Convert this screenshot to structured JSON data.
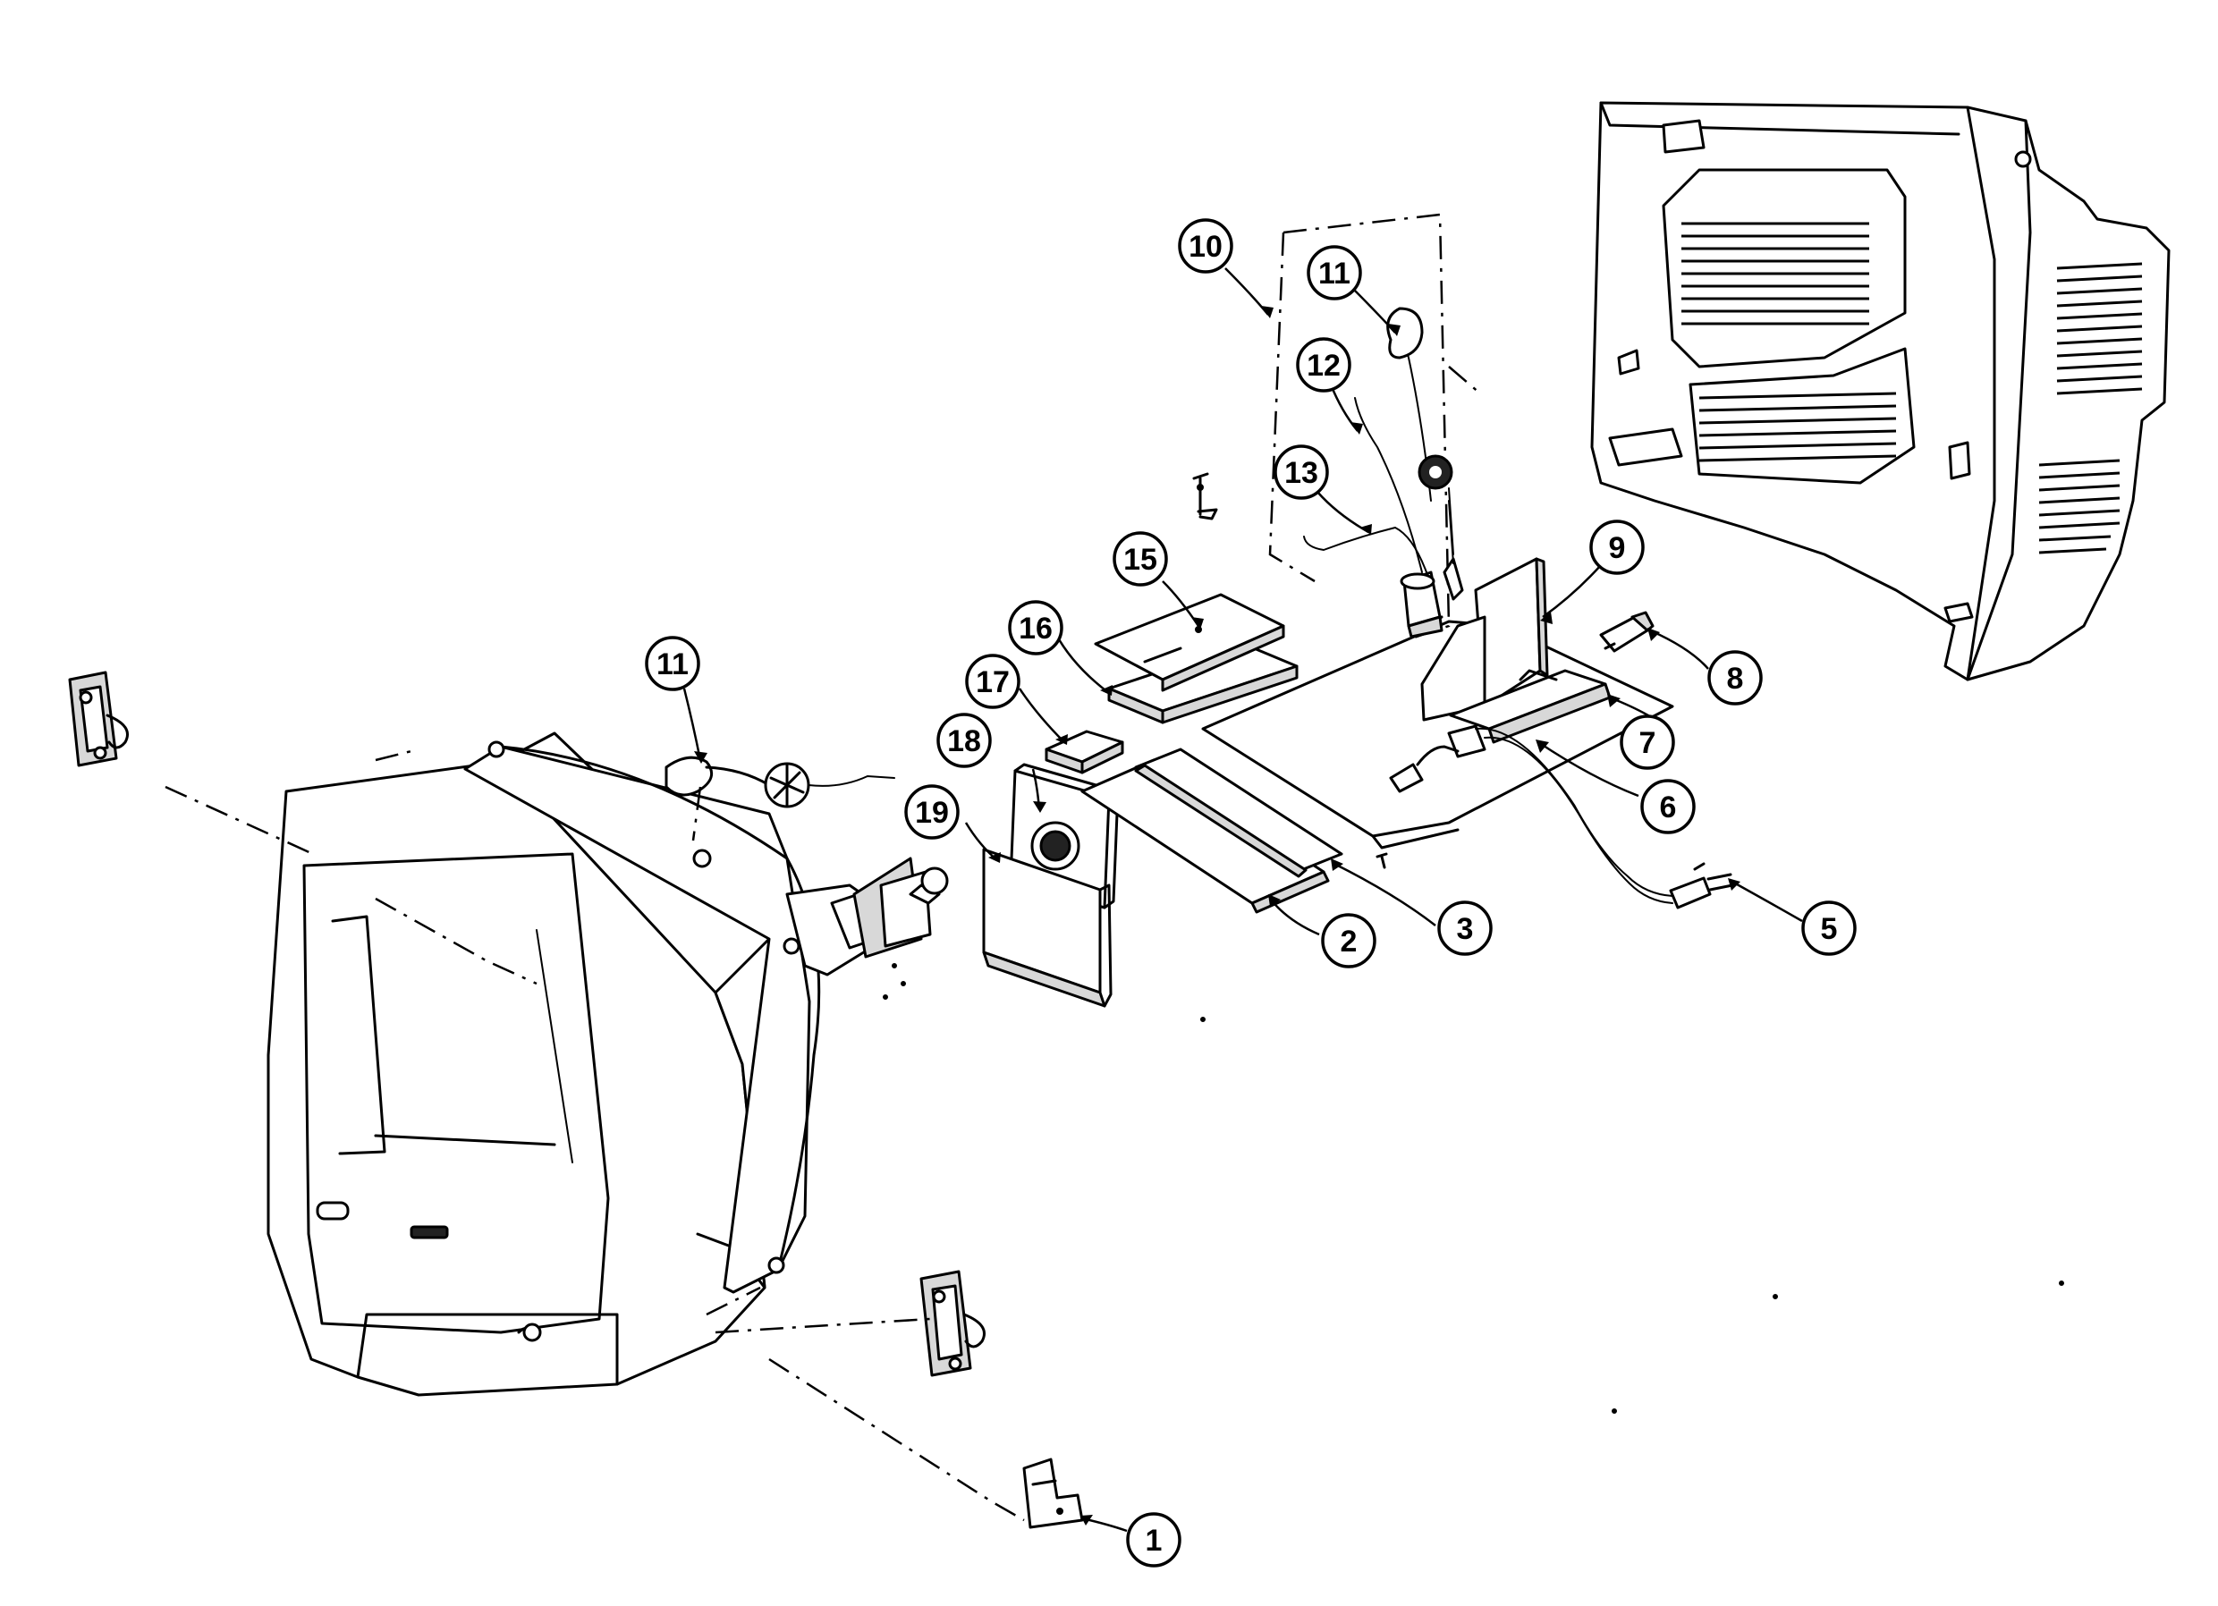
{
  "diagram": {
    "callouts": [
      {
        "id": "c1",
        "label": "1"
      },
      {
        "id": "c2",
        "label": "2"
      },
      {
        "id": "c3",
        "label": "3"
      },
      {
        "id": "c5",
        "label": "5"
      },
      {
        "id": "c6",
        "label": "6"
      },
      {
        "id": "c7",
        "label": "7"
      },
      {
        "id": "c8",
        "label": "8"
      },
      {
        "id": "c9",
        "label": "9"
      },
      {
        "id": "c10",
        "label": "10"
      },
      {
        "id": "c11a",
        "label": "11"
      },
      {
        "id": "c11b",
        "label": "11"
      },
      {
        "id": "c12",
        "label": "12"
      },
      {
        "id": "c13",
        "label": "13"
      },
      {
        "id": "c15",
        "label": "15"
      },
      {
        "id": "c16",
        "label": "16"
      },
      {
        "id": "c17",
        "label": "17"
      },
      {
        "id": "c18",
        "label": "18"
      },
      {
        "id": "c19",
        "label": "19"
      }
    ]
  }
}
